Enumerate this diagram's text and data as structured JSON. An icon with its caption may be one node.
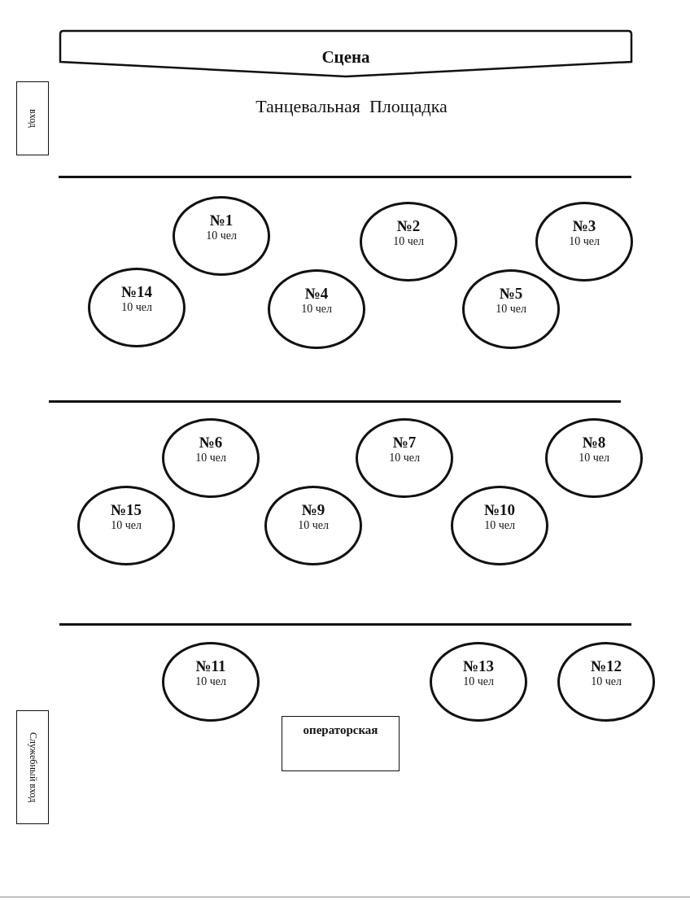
{
  "diagram": {
    "nodes": [
      {
        "text": [
          "Сцена"
        ]
      },
      {
        "text": [
          "вход"
        ]
      },
      {
        "text": [
          "№1",
          "10 чел"
        ]
      },
      {
        "text": [
          "№2",
          "10 чел"
        ]
      },
      {
        "text": [
          "№3",
          "10 чел"
        ]
      },
      {
        "text": [
          "№14",
          "10 чел"
        ]
      },
      {
        "text": [
          "№4",
          "10 чел"
        ]
      },
      {
        "text": [
          "№5",
          "10 чел"
        ]
      },
      {
        "text": [
          "№6",
          "10 чел"
        ]
      },
      {
        "text": [
          "№7",
          "10 чел"
        ]
      },
      {
        "text": [
          "№8",
          "10 чел"
        ]
      },
      {
        "text": [
          "№15",
          "10 чел"
        ]
      },
      {
        "text": [
          "№9",
          "10 чел"
        ]
      },
      {
        "text": [
          "№10",
          "10 чел"
        ]
      },
      {
        "text": [
          "№11",
          "10 чел"
        ]
      },
      {
        "text": [
          "№13",
          "10 чел"
        ]
      },
      {
        "text": [
          "№12",
          "10 чел"
        ]
      },
      {
        "text": [
          "Служебный вход"
        ]
      },
      {
        "text": [
          "операторская"
        ]
      }
    ],
    "edges": [],
    "labels": [
      "Танцевальная  Площадка"
    ]
  }
}
